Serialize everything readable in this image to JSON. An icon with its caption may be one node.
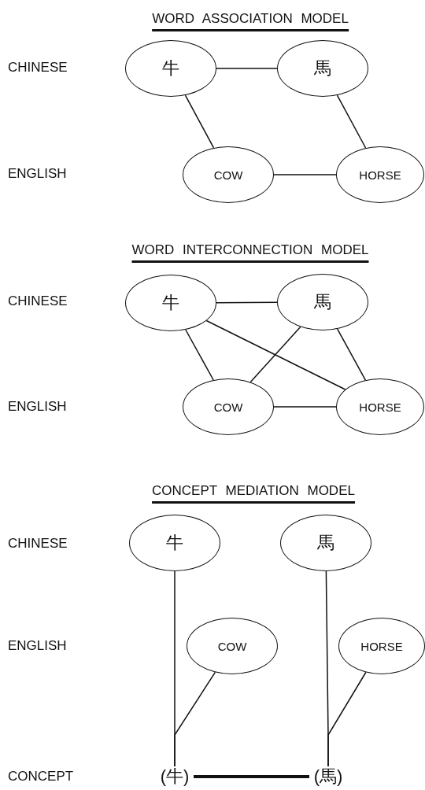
{
  "diagram": {
    "nodes": [
      {
        "text": [
          "牛"
        ]
      },
      {
        "text": [
          "馬"
        ]
      },
      {
        "text": [
          "COW"
        ]
      },
      {
        "text": [
          "HORSE"
        ]
      },
      {
        "text": [
          "牛"
        ]
      },
      {
        "text": [
          "馬"
        ]
      },
      {
        "text": [
          "COW"
        ]
      },
      {
        "text": [
          "HORSE"
        ]
      },
      {
        "text": [
          "牛"
        ]
      },
      {
        "text": [
          "馬"
        ]
      },
      {
        "text": [
          "COW"
        ]
      },
      {
        "text": [
          "HORSE"
        ]
      },
      {
        "text": [
          "(牛)"
        ]
      },
      {
        "text": [
          "(馬)"
        ]
      }
    ],
    "edges": [
      {
        "from": 0,
        "to": 1,
        "arrow": "none"
      },
      {
        "from": 0,
        "to": 2,
        "arrow": "none"
      },
      {
        "from": 1,
        "to": 3,
        "arrow": "none"
      },
      {
        "from": 2,
        "to": 3,
        "arrow": "none"
      },
      {
        "from": 4,
        "to": 5,
        "arrow": "none"
      },
      {
        "from": 4,
        "to": 6,
        "arrow": "none"
      },
      {
        "from": 4,
        "to": 7,
        "arrow": "none"
      },
      {
        "from": 5,
        "to": 6,
        "arrow": "none"
      },
      {
        "from": 5,
        "to": 7,
        "arrow": "none"
      },
      {
        "from": 6,
        "to": 7,
        "arrow": "none"
      },
      {
        "from": 8,
        "to": 12,
        "arrow": "none"
      },
      {
        "from": 10,
        "to": 12,
        "arrow": "none"
      },
      {
        "from": 9,
        "to": 13,
        "arrow": "none"
      },
      {
        "from": 11,
        "to": 13,
        "arrow": "none"
      },
      {
        "from": 12,
        "to": 13,
        "arrow": "none",
        "style": "thick"
      }
    ],
    "labels": [
      "WORD ASSOCIATION MODEL",
      "CHINESE",
      "ENGLISH",
      "WORD INTERCONNECTION MODEL",
      "CHINESE",
      "ENGLISH",
      "CONCEPT MEDIATION MODEL",
      "CHINESE",
      "ENGLISH",
      "CONCEPT"
    ]
  }
}
